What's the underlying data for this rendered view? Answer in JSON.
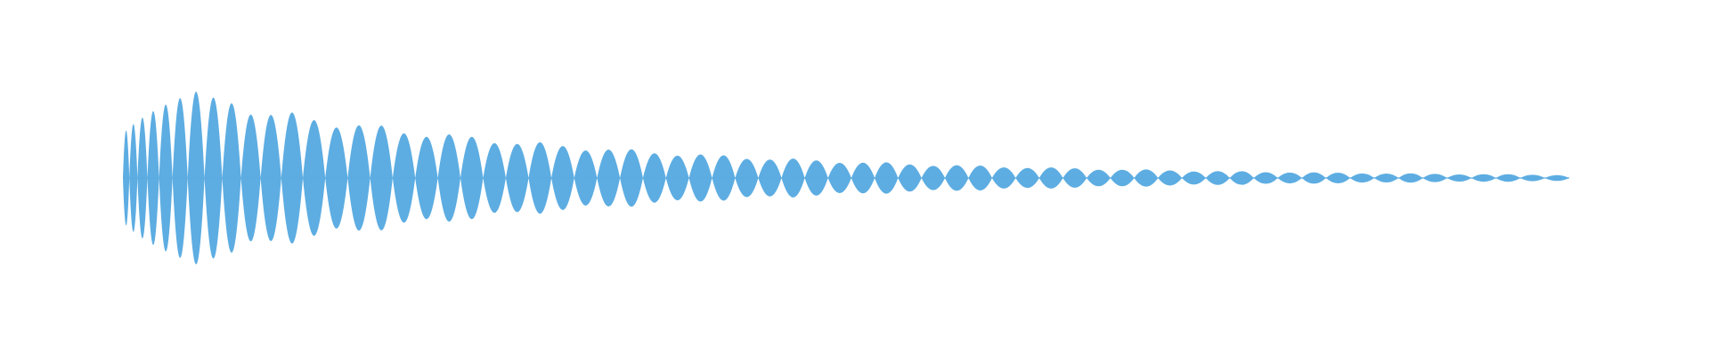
{
  "waveform": {
    "color": "#5DADE2",
    "background": "#FFFFFF",
    "lobe_count": 66,
    "envelope": "decaying",
    "peak_relative_amplitude": 1.0
  }
}
